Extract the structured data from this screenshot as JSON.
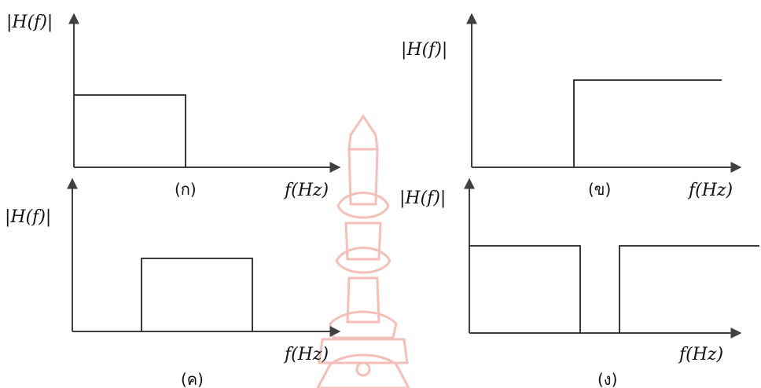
{
  "watermark": {
    "kind": "temple-spire-seal",
    "accent": "#f3b9b1"
  },
  "colors": {
    "axis": "#404040",
    "response": "#222222",
    "text": "#111111",
    "background": "#ffffff"
  },
  "panels": [
    {
      "id": "a",
      "y_label": "|H(f)|",
      "x_label": "f(Hz)",
      "caption": "(ก)",
      "filter": "low-pass"
    },
    {
      "id": "b",
      "y_label": "|H(f)|",
      "x_label": "f(Hz)",
      "caption": "(ข)",
      "filter": "high-pass"
    },
    {
      "id": "c",
      "y_label": "|H(f)|",
      "x_label": "f(Hz)",
      "caption": "(ค)",
      "filter": "band-pass"
    },
    {
      "id": "d",
      "y_label": "|H(f)|",
      "x_label": "f(Hz)",
      "caption": "(ง)",
      "filter": "band-stop"
    }
  ]
}
